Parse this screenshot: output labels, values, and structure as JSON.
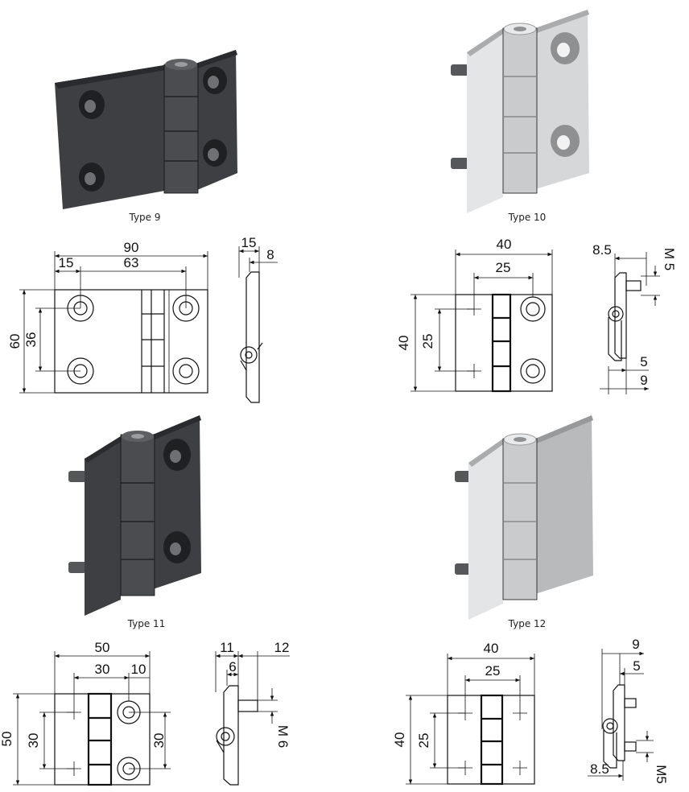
{
  "hinges": [
    {
      "caption": "Type 9"
    },
    {
      "caption": "Type 10"
    },
    {
      "caption": "Type 11"
    },
    {
      "caption": "Type 12"
    }
  ],
  "drawings": [
    {
      "front": [
        "90",
        "15",
        "63",
        "60",
        "36"
      ],
      "side": [
        "15",
        "8"
      ]
    },
    {
      "front": [
        "40",
        "25",
        "40",
        "25"
      ],
      "side": [
        "8.5",
        "M 5",
        "5",
        "9"
      ]
    },
    {
      "front": [
        "50",
        "30",
        "10",
        "50",
        "30",
        "30"
      ],
      "side": [
        "11",
        "6",
        "12",
        "M 6"
      ]
    },
    {
      "front": [
        "40",
        "25",
        "40",
        "25"
      ],
      "side": [
        "9",
        "5",
        "8.5",
        "M5"
      ]
    }
  ],
  "colors": {
    "dark": "#3d3f42",
    "dark_face": "#4a4c50",
    "dark_edge": "#2a2b2e",
    "light": "#d5d7d9",
    "light_face": "#e4e5e6",
    "light_edge": "#a9abad"
  }
}
